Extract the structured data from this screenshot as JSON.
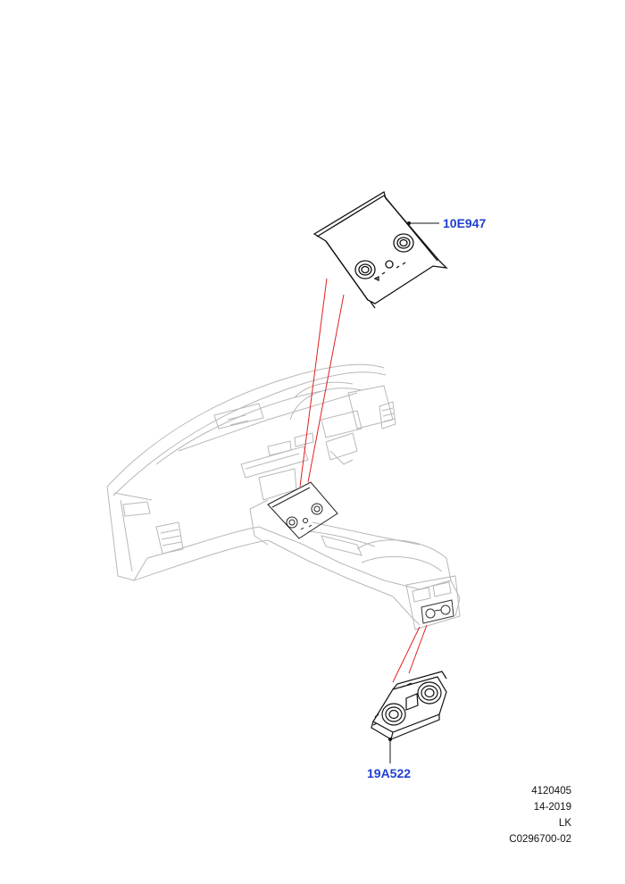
{
  "callouts": {
    "upper_part": "10E947",
    "lower_part": "19A522"
  },
  "meta": {
    "line1": "4120405",
    "line2": "14-2019",
    "line3": "LK",
    "line4": "C0296700-02"
  },
  "colors": {
    "callout": "#1f3fd0",
    "leader": "#e02020",
    "outline_dark": "#111111",
    "outline_light": "#b8b8b8"
  }
}
